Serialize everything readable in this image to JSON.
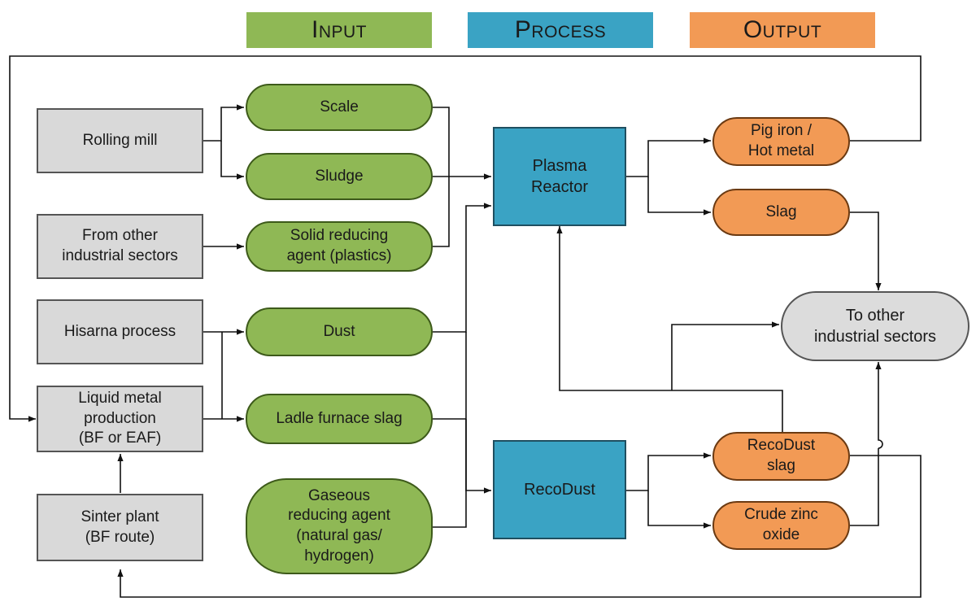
{
  "legend": {
    "input": "Input",
    "process": "Process",
    "output": "Output",
    "input_color": "#8fb855",
    "process_color": "#3aa3c4",
    "output_color": "#f29a55"
  },
  "sources": {
    "rolling_mill": "Rolling mill",
    "other_sectors": "From other\nindustrial sectors",
    "hisarna": "Hisarna process",
    "liquid_metal": "Liquid metal\nproduction\n(BF or EAF)",
    "sinter_plant": "Sinter plant\n(BF route)"
  },
  "inputs": {
    "scale": "Scale",
    "sludge": "Sludge",
    "solid_reducing_agent": "Solid reducing\nagent (plastics)",
    "dust": "Dust",
    "ladle_furnace_slag": "Ladle furnace slag",
    "gaseous_reducing_agent": "Gaseous\nreducing agent\n(natural gas/\nhydrogen)"
  },
  "processes": {
    "plasma_reactor": "Plasma\nReactor",
    "recodust": "RecoDust"
  },
  "outputs": {
    "pig_iron": "Pig iron /\nHot metal",
    "slag": "Slag",
    "recodust_slag": "RecoDust\nslag",
    "crude_zinc_oxide": "Crude zinc\noxide"
  },
  "destination": {
    "to_other_sectors": "To other\nindustrial sectors"
  }
}
